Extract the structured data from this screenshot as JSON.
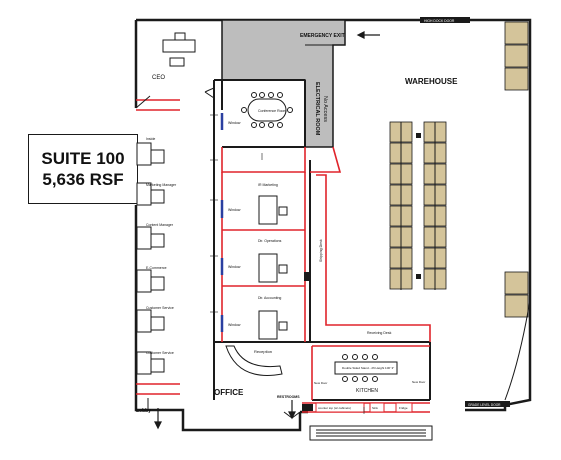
{
  "suite": {
    "title": "SUITE 100",
    "size": "5,636 RSF"
  },
  "labels": {
    "ceo": "CEO",
    "emergency_exit": "EMERGENCY EXIT",
    "warehouse": "WAREHOUSE",
    "overhead_door_top": "HIGH DOCK DOOR",
    "electrical": "ELECTRICAL ROOM",
    "no_access": "No Access",
    "conference": "Conference Room",
    "office": "OFFICE",
    "lobby": "Lobby",
    "kitchen": "KITCHEN",
    "reception": "Reception",
    "restrooms": "RESTROOMS",
    "receiving_desk": "Receiving Desk",
    "shipping_desk": "Shipping Desk",
    "overhead_door_bottom": "GRADE LEVEL DOOR",
    "window": "Window",
    "ir_marketing": "IR Marketing",
    "dir_operations": "Dir. Operations",
    "dir_accounting": "Dir. Accounting",
    "inside": "Inside",
    "marketing_mgr": "Marketing Manager",
    "content_mgr": "Content Manager",
    "ecommerce": "E-Commerce",
    "customer_service_1": "Customer Service",
    "customer_service_2": "Customer Service",
    "sit_stand": "Double Sided Stand - 2ft Height 100' 3\"",
    "new_door": "New Door",
    "fridge": "Fridge",
    "sink": "Sink",
    "counter": "counter top (w/ cabinets)"
  },
  "colors": {
    "wall": "#1a1a1a",
    "new_wall": "#e0242b",
    "shaded": "#bdbdbd",
    "rack": "#d4c49a"
  }
}
